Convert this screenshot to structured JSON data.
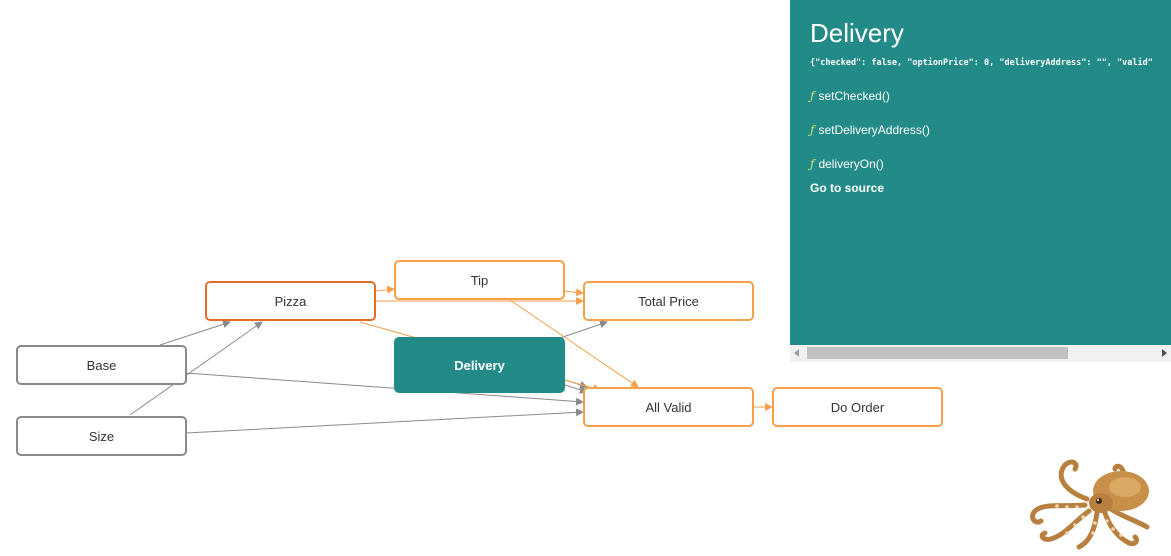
{
  "graph": {
    "nodes": {
      "pizza": "Pizza",
      "tip": "Tip",
      "total_price": "Total Price",
      "base": "Base",
      "delivery": "Delivery",
      "size": "Size",
      "all_valid": "All Valid",
      "do_order": "Do Order"
    },
    "selected": "delivery"
  },
  "panel": {
    "title": "Delivery",
    "state": "{\"checked\": false, \"optionPrice\": 0, \"deliveryAddress\": \"\", \"valid\"",
    "functions": [
      "setChecked()",
      "setDeliveryAddress()",
      "deliveryOn()"
    ],
    "function_symbol": "ƒ",
    "source_link": "Go to source"
  },
  "colors": {
    "panel_bg": "#238b87",
    "node_gray": "#8a8a8a",
    "node_orange": "#f5a04a",
    "node_dark_orange": "#e06d2c",
    "function_symbol": "#c8df7c"
  },
  "icons": [
    "scroll-left-arrow-icon",
    "scroll-right-arrow-icon",
    "octopus-mascot-icon"
  ]
}
